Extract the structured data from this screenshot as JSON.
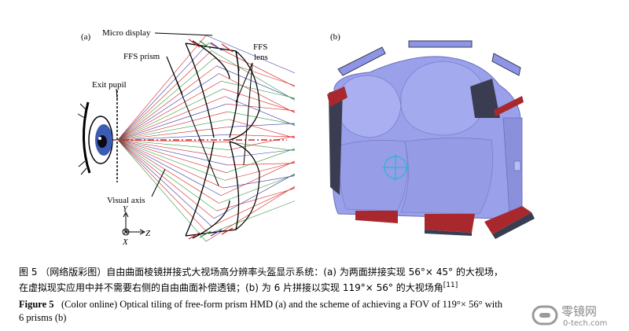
{
  "panel_a": {
    "label": "(a)",
    "micro_display": "Micro display",
    "ffs_prism": "FFS prism",
    "ffs_lens_1": "FFS",
    "ffs_lens_2": "lens",
    "exit_pupil": "Exit pupil",
    "visual_axis": "Visual axis",
    "axis_y": "Y",
    "axis_x": "X",
    "axis_z": "Z"
  },
  "panel_b": {
    "label": "(b)"
  },
  "caption": {
    "zh_line1": "图 5  （网络版彩图）自由曲面棱镜拼接式大视场高分辨率头盔显示系统：(a) 为两面拼接实现 56°× 45° 的大视场，",
    "zh_line2": "在虚拟现实应用中并不需要右侧的自由曲面补偿透镜；(b) 为 6 片拼接以实现 119°× 56° 的大视场角",
    "zh_ref": "[11]",
    "en_label": "Figure 5",
    "en_line1": "(Color online) Optical tiling of free-form prism HMD (a) and the scheme of achieving a FOV of 119°× 56° with",
    "en_line2": "6 prisms (b)"
  },
  "watermark": {
    "text_cn": "零镜网",
    "text_url": "0-tech.com"
  },
  "colors": {
    "ray_red": "#d62020",
    "ray_blue": "#3a3aa8",
    "ray_green": "#2f9a3a",
    "prism_blue": "#8f95e6",
    "prism_dark": "#3a3d52",
    "prism_red": "#a8282e",
    "eye_blue": "#3b5bb5",
    "target_cyan": "#29b6d6"
  }
}
